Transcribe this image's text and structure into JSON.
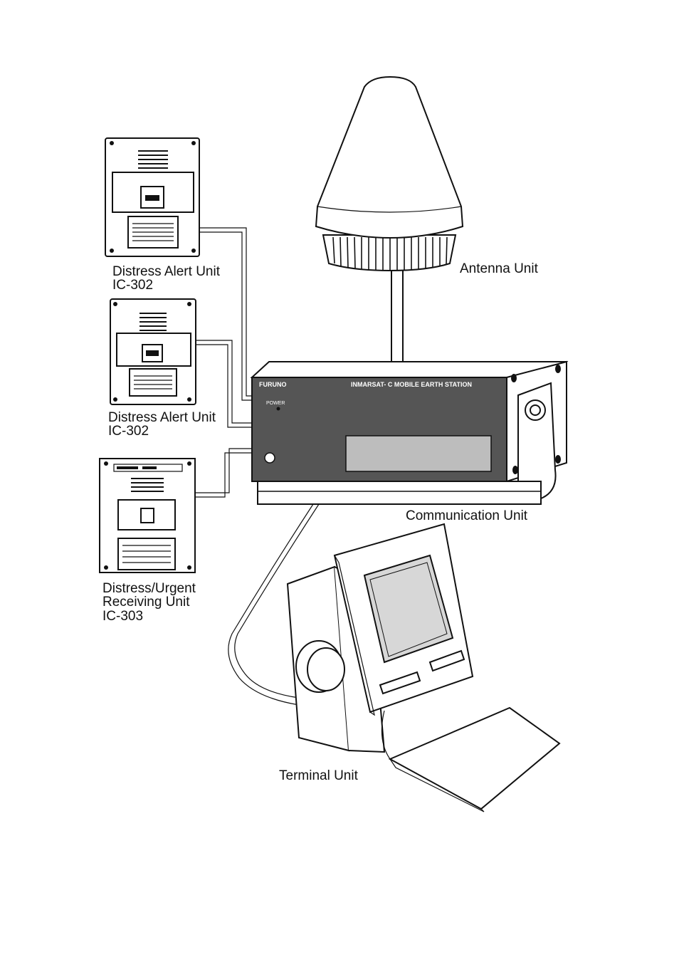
{
  "labels": {
    "antenna_unit": "Antenna Unit",
    "communication_unit": "Communication Unit",
    "terminal_unit": "Terminal Unit",
    "distress_alert_unit_1": "Distress Alert Unit",
    "distress_alert_unit_1_model": "IC-302",
    "distress_alert_unit_2": "Distress Alert Unit",
    "distress_alert_unit_2_model": "IC-302",
    "receiving_unit_line1": "Distress/Urgent",
    "receiving_unit_line2": "Receiving Unit",
    "receiving_unit_model": "IC-303"
  },
  "panel": {
    "brand": "FURUNO",
    "title": "INMARSAT- C MOBILE EARTH STATION",
    "power_label": "POWER"
  },
  "colors": {
    "panel_fill": "#555555",
    "line": "#111111"
  }
}
